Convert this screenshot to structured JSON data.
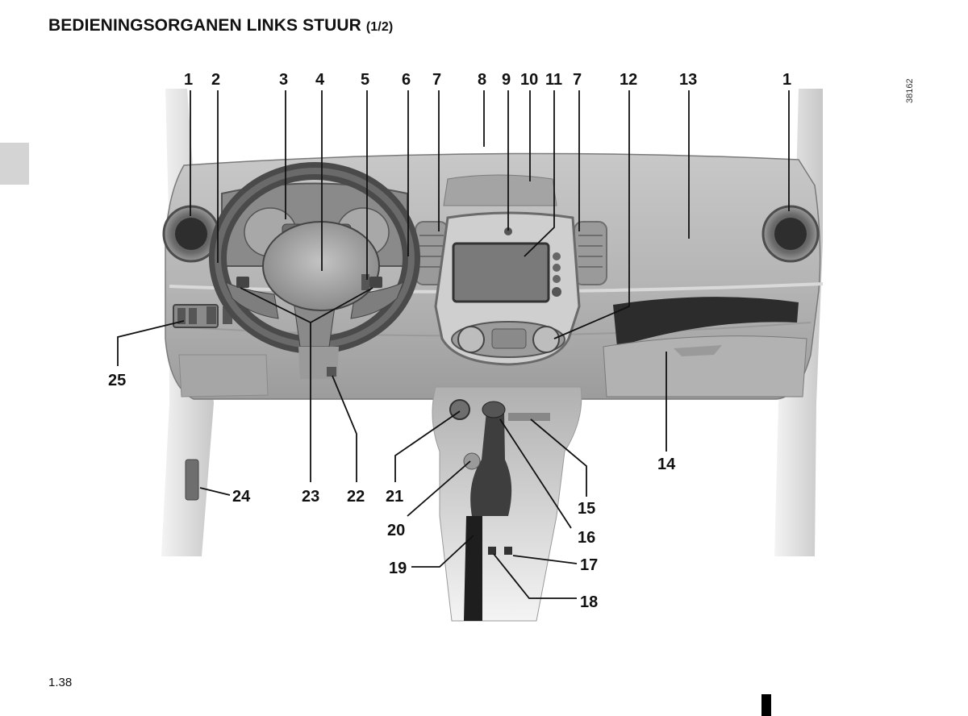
{
  "page": {
    "title": "BEDIENINGSORGANEN LINKS STUUR",
    "title_part": "(1/2)",
    "figure_code": "38162",
    "page_number": "1.38"
  },
  "callouts": {
    "top": [
      "1",
      "2",
      "3",
      "4",
      "5",
      "6",
      "7",
      "8",
      "9",
      "10",
      "11",
      "7",
      "12",
      "13",
      "1"
    ],
    "c14": "14",
    "c15": "15",
    "c16": "16",
    "c17": "17",
    "c18": "18",
    "c19": "19",
    "c20": "20",
    "c21": "21",
    "c22": "22",
    "c23": "23",
    "c24": "24",
    "c25": "25"
  },
  "colors": {
    "dashboard": "#bcbcbc",
    "dashboard_dark": "#8c8c8c",
    "outline": "#555555",
    "lines": "#111111"
  }
}
